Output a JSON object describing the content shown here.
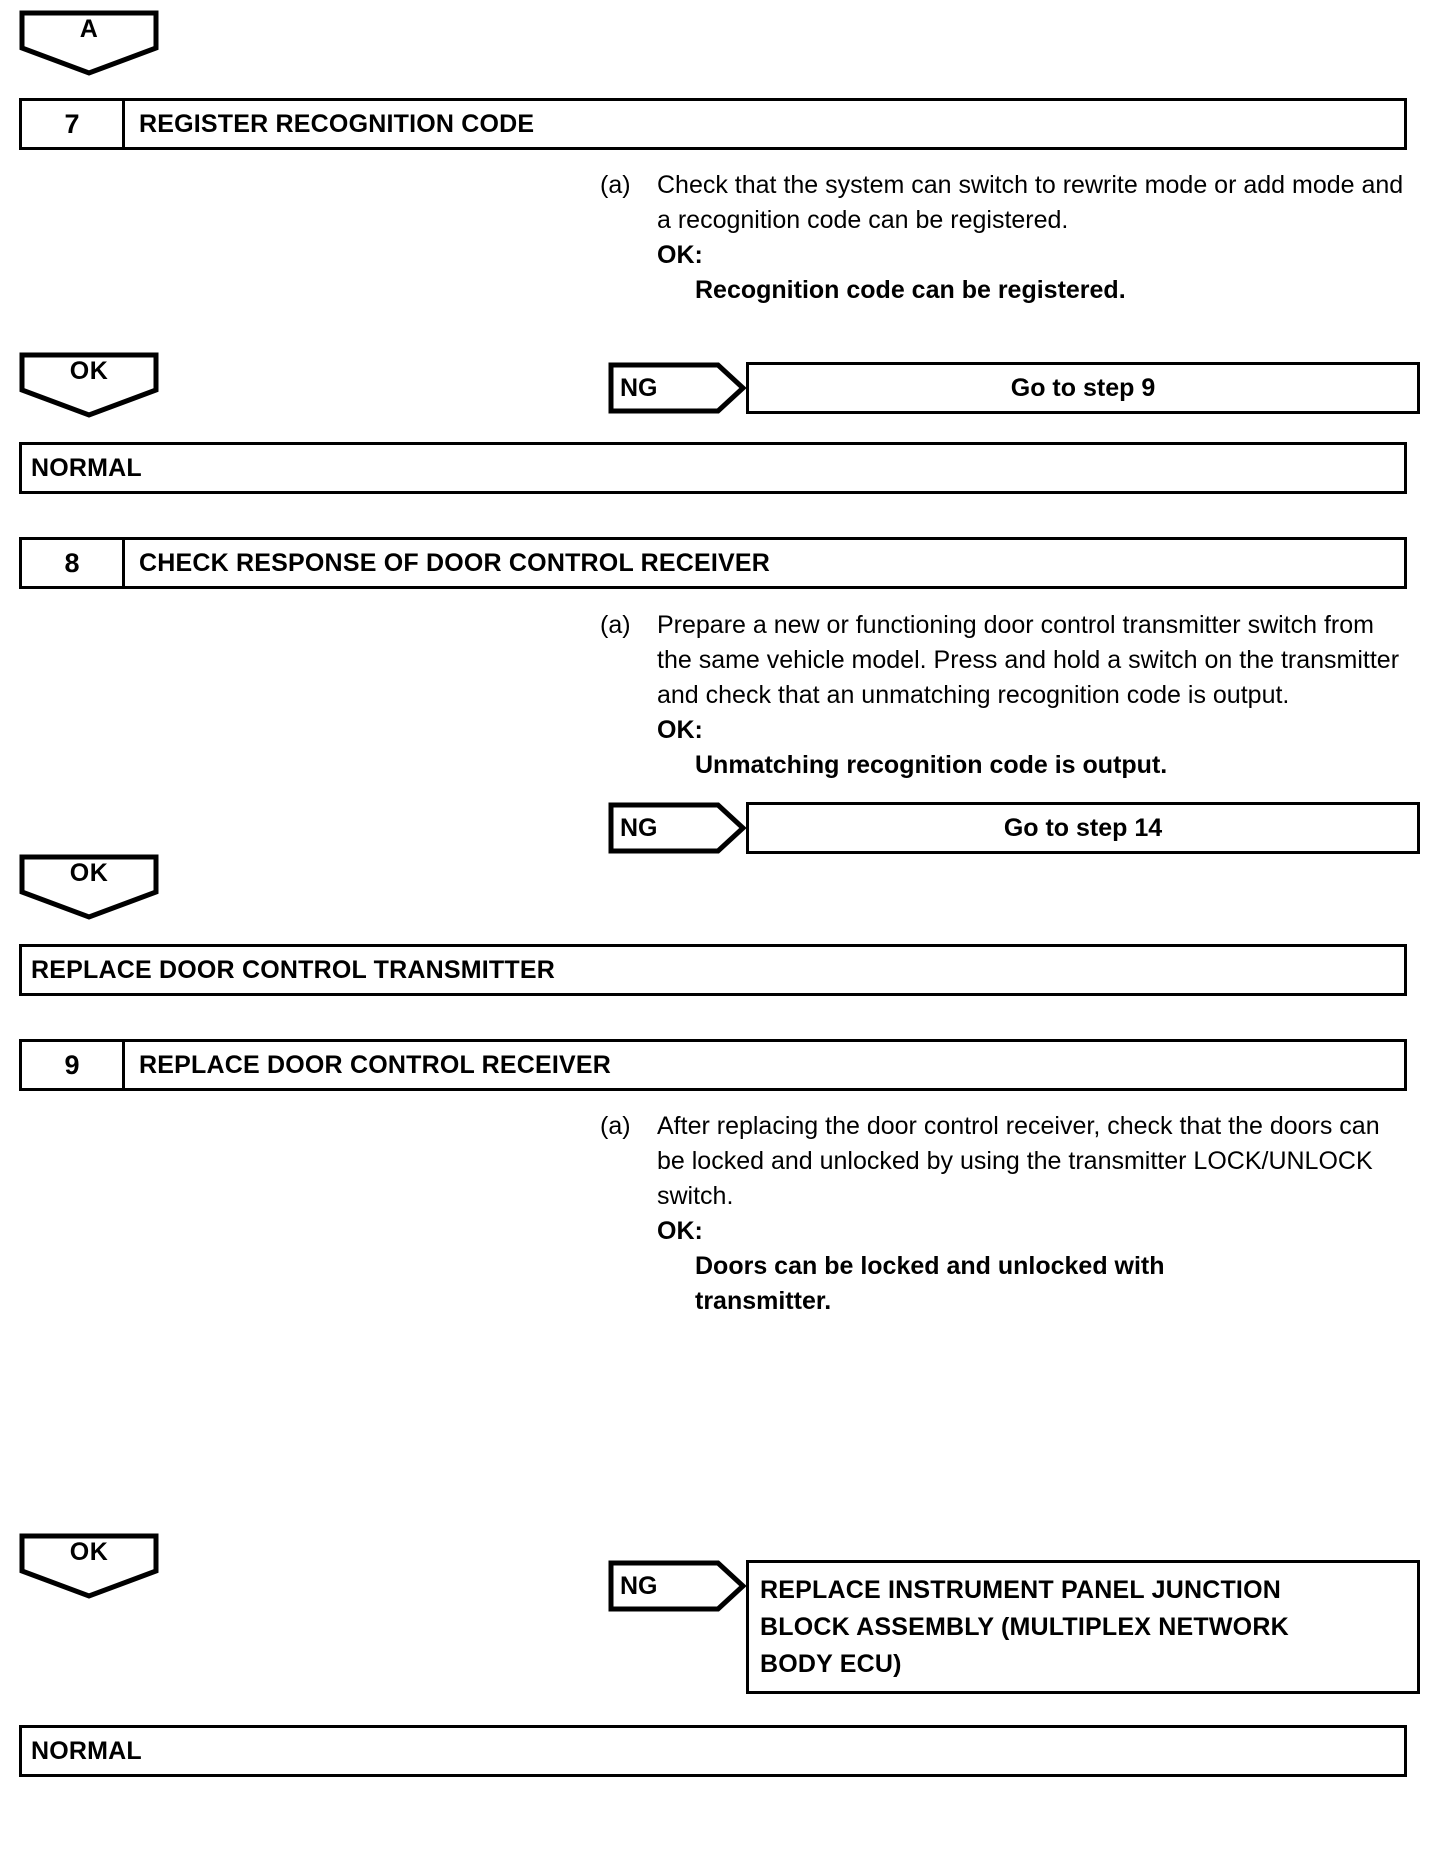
{
  "document": {
    "type": "troubleshooting-flowchart",
    "title": "Door Control Receiver Diagnostic Flowchart"
  },
  "entry_connector": {
    "label": "A"
  },
  "steps": [
    {
      "number": "7",
      "title": "REGISTER RECOGNITION CODE",
      "instruction_marker": "(a)",
      "instruction_text": "Check that the system can switch to rewrite mode or add mode and a recognition code can be registered.",
      "ok_label": "OK:",
      "ok_value": "Recognition code can be registered.",
      "ng_tag": "NG",
      "ng_target": "Go to step 9",
      "ok_connector": "OK",
      "outcome": "NORMAL"
    },
    {
      "number": "8",
      "title": "CHECK RESPONSE OF DOOR CONTROL RECEIVER",
      "instruction_marker": "(a)",
      "instruction_text": "Prepare a new or functioning door control transmitter switch from the same vehicle model. Press and hold a switch on the transmitter and check that an unmatching recognition code is output.",
      "ok_label": "OK:",
      "ok_value": "Unmatching recognition code is output.",
      "ng_tag": "NG",
      "ng_target": "Go to step 14",
      "ok_connector": "OK",
      "outcome": "REPLACE DOOR CONTROL TRANSMITTER"
    },
    {
      "number": "9",
      "title": "REPLACE DOOR CONTROL RECEIVER",
      "instruction_marker": "(a)",
      "instruction_text": "After replacing the door control receiver, check that the doors can be locked and unlocked by using the transmitter LOCK/UNLOCK switch.",
      "ok_label": "OK:",
      "ok_value_lines": [
        "Doors can be locked and unlocked with",
        "transmitter."
      ],
      "ng_tag": "NG",
      "ng_target_lines": [
        "REPLACE INSTRUMENT PANEL JUNCTION",
        "BLOCK ASSEMBLY (MULTIPLEX NETWORK",
        "BODY ECU)"
      ],
      "ok_connector": "OK",
      "outcome": "NORMAL"
    }
  ],
  "colors": {
    "line": "#000000",
    "background": "#ffffff"
  }
}
